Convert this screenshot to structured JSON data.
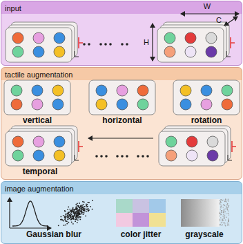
{
  "diagram": {
    "nodes": [
      {
        "text": [
          "input"
        ]
      },
      {
        "text": [
          "tactile augmentation"
        ]
      },
      {
        "text": [
          "image augmentation"
        ]
      }
    ],
    "labels": [
      "W",
      "C",
      "H",
      "vertical",
      "horizontal",
      "rotation",
      "temporal",
      "Gaussian blur",
      "color jitter",
      "grayscale"
    ]
  }
}
